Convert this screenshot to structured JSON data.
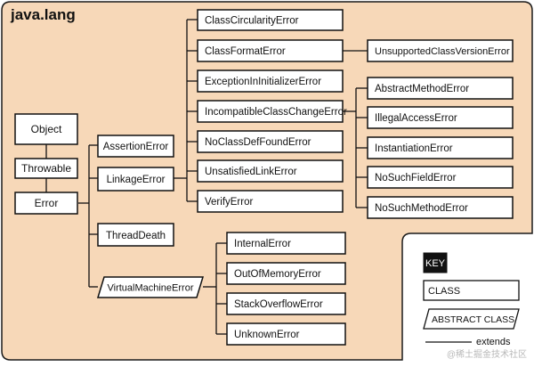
{
  "package": {
    "title": "java.lang",
    "colors": {
      "background": "#f7d8b8",
      "border": "#1a1a1a",
      "box_fill": "#ffffff",
      "key_fill": "#111111"
    }
  },
  "classes": {
    "object": "Object",
    "throwable": "Throwable",
    "error": "Error",
    "assertion_error": "AssertionError",
    "linkage_error": "LinkageError",
    "thread_death": "ThreadDeath",
    "virtual_machine_error": "VirtualMachineError",
    "class_circularity_error": "ClassCircularityError",
    "class_format_error": "ClassFormatError",
    "unsupported_class_version_error": "UnsupportedClassVersionError",
    "exception_in_initializer_error": "ExceptionInInitializerError",
    "incompatible_class_change_error": "IncompatibleClassChangeError",
    "no_class_def_found_error": "NoClassDefFoundError",
    "unsatisfied_link_error": "UnsatisfiedLinkError",
    "verify_error": "VerifyError",
    "abstract_method_error": "AbstractMethodError",
    "illegal_access_error": "IllegalAccessError",
    "instantiation_error": "InstantiationError",
    "no_such_field_error": "NoSuchFieldError",
    "no_such_method_error": "NoSuchMethodError",
    "internal_error": "InternalError",
    "out_of_memory_error": "OutOfMemoryError",
    "stack_overflow_error": "StackOverflowError",
    "unknown_error": "UnknownError"
  },
  "legend": {
    "key": "KEY",
    "class": "CLASS",
    "abstract_class": "ABSTRACT CLASS",
    "extends": "extends"
  },
  "watermark": "@稀土掘金技术社区"
}
